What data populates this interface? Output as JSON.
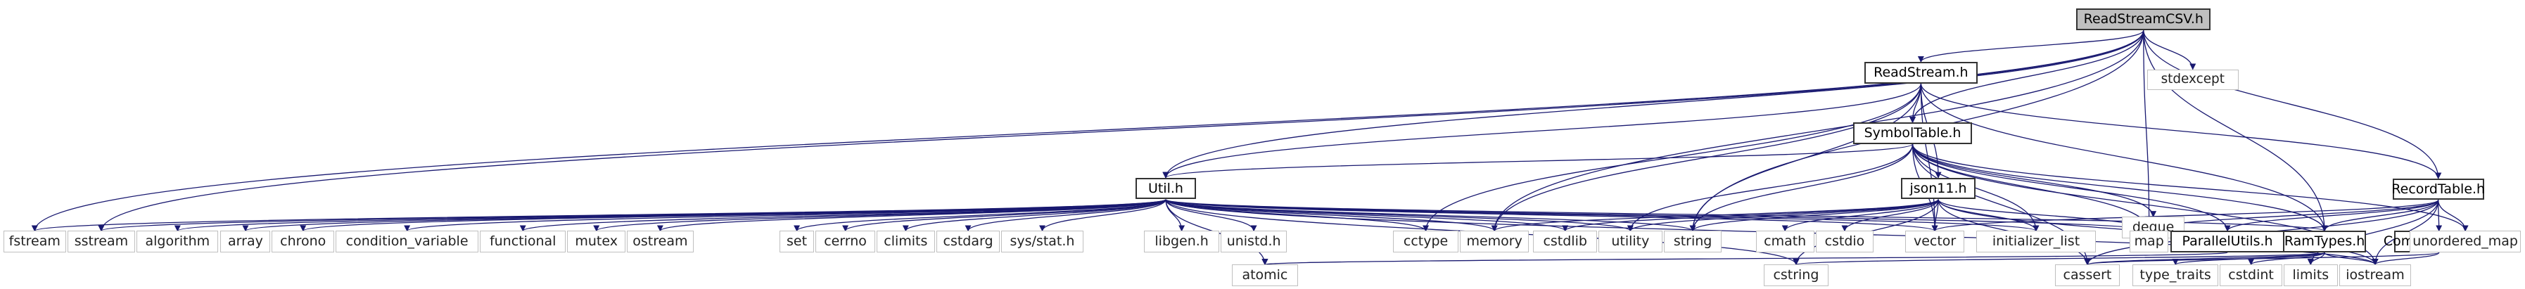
{
  "nodes": {
    "readstreamcsv": "ReadStreamCSV.h",
    "readstream": "ReadStream.h",
    "stdexcept": "stdexcept",
    "symboltable": "SymbolTable.h",
    "recordtable": "RecordTable.h",
    "util": "Util.h",
    "json11": "json11.h",
    "deque": "deque",
    "paralleutils": "ParallelUtils.h",
    "ramtypes": "RamTypes.h",
    "compiledtuple": "CompiledTuple.h",
    "fstream": "fstream",
    "sstream": "sstream",
    "algorithm": "algorithm",
    "array": "array",
    "chrono": "chrono",
    "condition_variable": "condition_variable",
    "functional": "functional",
    "mutex": "mutex",
    "ostream": "ostream",
    "set": "set",
    "cerrno": "cerrno",
    "climits": "climits",
    "cstdarg": "cstdarg",
    "sysstat": "sys/stat.h",
    "libgen": "libgen.h",
    "unistd": "unistd.h",
    "cctype": "cctype",
    "memory": "memory",
    "cstdlib": "cstdlib",
    "utility": "utility",
    "string": "string",
    "cmath": "cmath",
    "cstdio": "cstdio",
    "vector": "vector",
    "initializer_list": "initializer_list",
    "map": "map",
    "unordered_map": "unordered_map",
    "atomic": "atomic",
    "cstring": "cstring",
    "cassert": "cassert",
    "type_traits": "type_traits",
    "cstdint": "cstdint",
    "limits": "limits",
    "iostream": "iostream"
  },
  "colors": {
    "edge": "#191970",
    "node_border": "#333333",
    "ext_border": "#bfbfbf",
    "root_fill": "#bfbfbf"
  }
}
